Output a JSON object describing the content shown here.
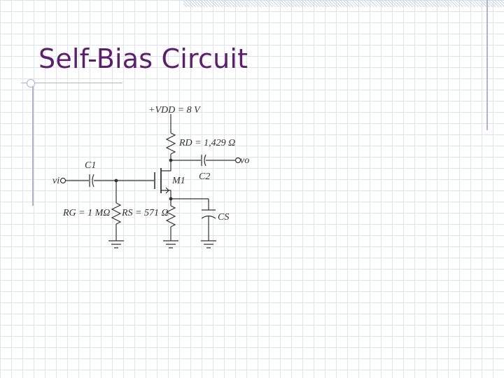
{
  "slide": {
    "title": "Self-Bias Circuit"
  },
  "circuit": {
    "supply_label": "+VDD = 8 V",
    "rd_label": "RD = 1,429 Ω",
    "c1_label": "C1",
    "c2_label": "C2",
    "cs_label": "CS",
    "vi_label": "vi",
    "vo_label": "vo",
    "transistor_label": "M1",
    "rg_label": "RG = 1 MΩ",
    "rs_label": "RS = 571 Ω"
  },
  "colors": {
    "title": "#5c1f6b",
    "wire": "#333333",
    "grid": "#dfe3ea",
    "rule": "#a9b6cc"
  }
}
